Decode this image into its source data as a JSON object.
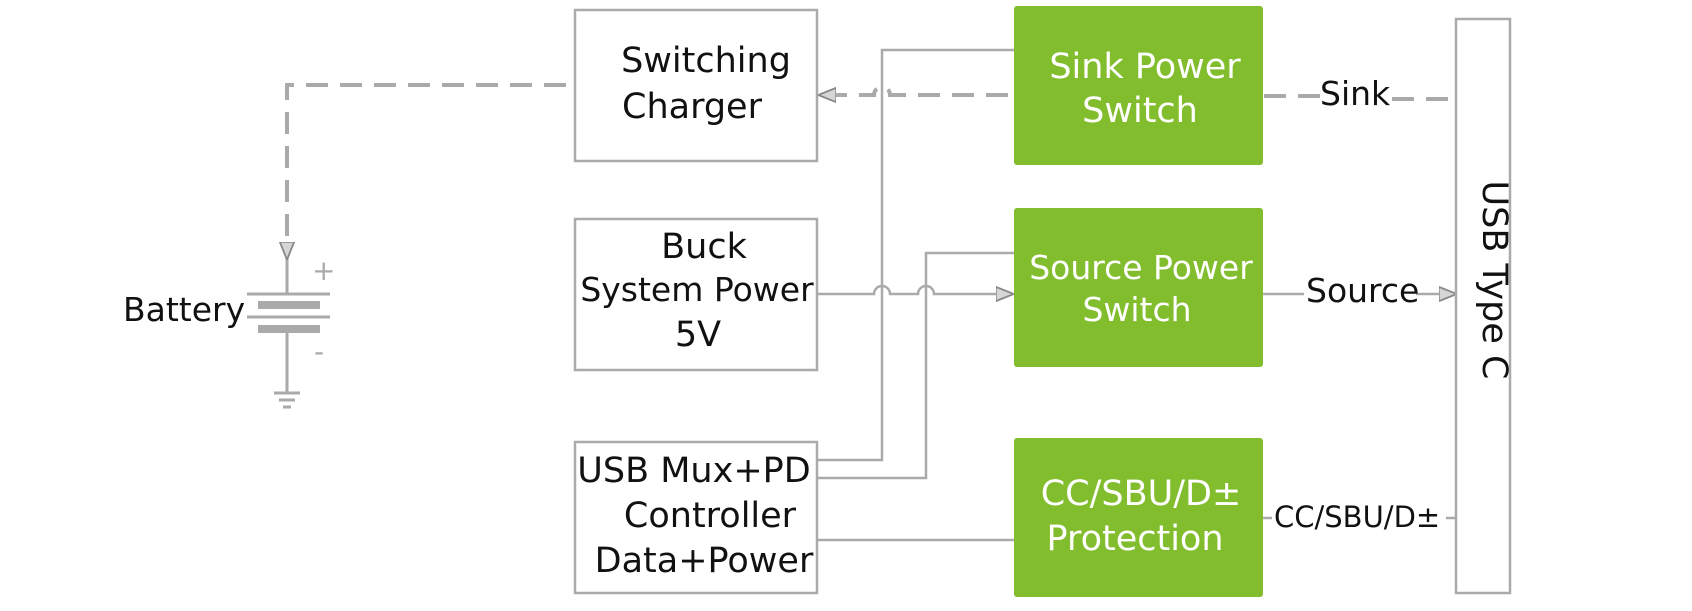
{
  "colors": {
    "line": "#aaaaaa",
    "box_border": "#aaaaaa",
    "green_fill": "#82bd2e",
    "green_text": "#ffffff",
    "text": "#111111"
  },
  "battery": {
    "label": "Battery",
    "plus": "+",
    "minus": "-"
  },
  "boxes": {
    "switching_charger": {
      "lines": [
        "Switching",
        "Charger"
      ]
    },
    "buck": {
      "lines": [
        "Buck",
        "System Power",
        "5V"
      ]
    },
    "usb_mux": {
      "lines": [
        "USB Mux+PD",
        "Controller",
        "Data+Power"
      ]
    },
    "sink_switch": {
      "lines": [
        "Sink Power",
        "Switch"
      ]
    },
    "source_switch": {
      "lines": [
        "Source Power",
        "Switch"
      ]
    },
    "protection": {
      "lines": [
        "CC/SBU/D±",
        "Protection"
      ]
    },
    "usb_type_c": {
      "label": "USB Type C"
    }
  },
  "connections": {
    "sink_label": "Sink",
    "source_label": "Source",
    "cc_label": "CC/SBU/D±"
  }
}
